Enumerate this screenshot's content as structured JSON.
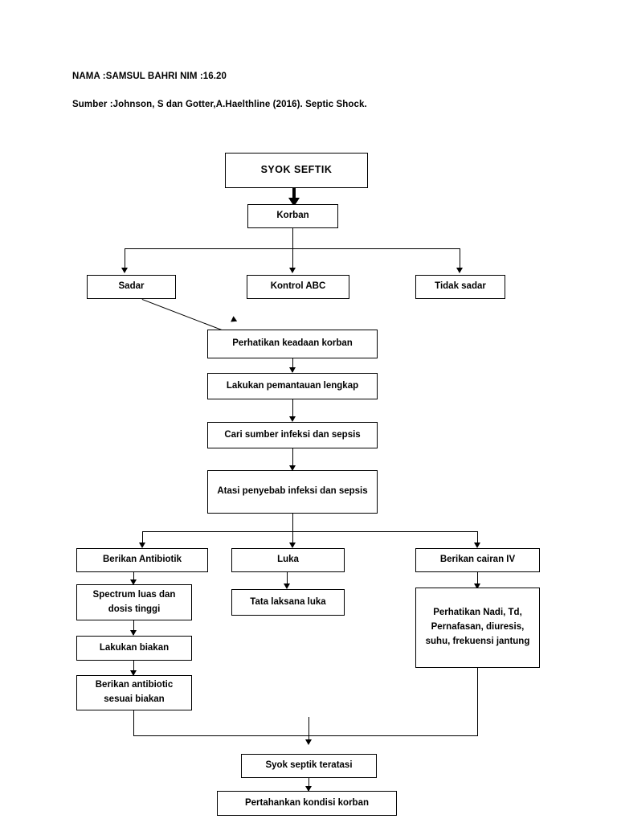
{
  "header": {
    "name_line": "NAMA :SAMSUL BAHRI  NIM :16.20",
    "source_line": "Sumber :Johnson, S dan Gotter,A.Haelthline (2016). Septic Shock."
  },
  "flowchart": {
    "type": "flowchart",
    "title": "SYOK SEFTIK",
    "nodes": [
      {
        "id": "n1",
        "label": "SYOK  SEFTIK"
      },
      {
        "id": "n2",
        "label": "Korban"
      },
      {
        "id": "n3",
        "label": "Sadar"
      },
      {
        "id": "n4",
        "label": "Kontrol ABC"
      },
      {
        "id": "n5",
        "label": "Tidak sadar"
      },
      {
        "id": "n6",
        "label": "Perhatikan keadaan korban"
      },
      {
        "id": "n7",
        "label": "Lakukan pemantauan lengkap"
      },
      {
        "id": "n8",
        "label": "Cari sumber infeksi dan sepsis"
      },
      {
        "id": "n9",
        "label": "Atasi penyebab infeksi dan sepsis"
      },
      {
        "id": "n10",
        "label": "Berikan Antibiotik"
      },
      {
        "id": "n11",
        "label": "Luka"
      },
      {
        "id": "n12",
        "label": "Berikan cairan IV"
      },
      {
        "id": "n13",
        "label": "Spectrum luas dan dosis tinggi"
      },
      {
        "id": "n14",
        "label": "Tata laksana luka"
      },
      {
        "id": "n15",
        "label": "Perhatikan Nadi, Td, Pernafasan, diuresis, suhu, frekuensi jantung"
      },
      {
        "id": "n16",
        "label": "Lakukan biakan"
      },
      {
        "id": "n17",
        "label": "Berikan antibiotic sesuai biakan"
      },
      {
        "id": "n18",
        "label": "Syok septik teratasi"
      },
      {
        "id": "n19",
        "label": "Pertahankan kondisi korban"
      }
    ]
  }
}
